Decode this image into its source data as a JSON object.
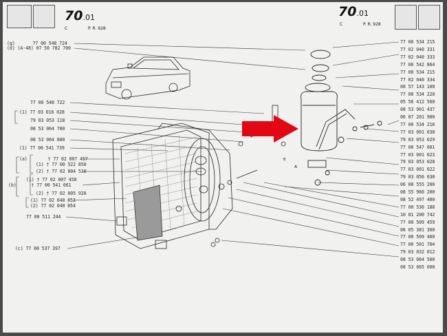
{
  "header_left": {
    "page_number": "70",
    "page_suffix": ".01",
    "c_label": "C",
    "pr_label": "P. R. 928"
  },
  "header_right": {
    "page_number": "70",
    "page_suffix": ".01",
    "c_label": "C",
    "pr_label": "P. R. 928"
  },
  "left_top_refs": [
    {
      "prefix": "(g)",
      "ref": "77 00 548 724"
    },
    {
      "prefix": "(d) (A-48)",
      "ref": "07 50 782 700"
    }
  ],
  "left_refs": [
    {
      "prefix": "",
      "ref": "77 00 548 722"
    },
    {
      "prefix": "(1)",
      "ref": "77 03 016 028"
    },
    {
      "prefix": "",
      "ref": "79 03 053 118"
    },
    {
      "prefix": "",
      "ref": "08 53 064 700"
    },
    {
      "prefix": "",
      "ref": "08 53 064 800"
    },
    {
      "prefix": "(1)",
      "ref": "77 00 541 739"
    },
    {
      "prefix": "(a)",
      "ref": "† 77 02 007 457"
    },
    {
      "prefix": "(1)",
      "ref": "† 77 00 522 858"
    },
    {
      "prefix": "(2)",
      "ref": "† 77 02 004 510"
    },
    {
      "prefix": "(1)",
      "ref": "† 77 02 007 458"
    },
    {
      "prefix": "(b)",
      "ref": "† 77 00 541 061"
    },
    {
      "prefix": "(2)",
      "ref": "† 77 02 005 920"
    },
    {
      "prefix": "(1)",
      "ref": "77 02 040 853"
    },
    {
      "prefix": "(2)",
      "ref": "77 02 040 854"
    },
    {
      "prefix": "",
      "ref": "77 00 511 244"
    },
    {
      "prefix": "(c)",
      "ref": "77 00 537 397"
    }
  ],
  "right_refs": [
    "77 00 534 215",
    "77 02 040 331",
    "77 02 040 333",
    "77 00 542 864",
    "77 00 534 215",
    "77 02 040 334",
    "08 57 143 100",
    "77 00 534 220",
    "05 56 412 560",
    "08 53 901 437",
    "06 07 201 900",
    "77 00 534 216",
    "77 03 001 038",
    "79 03 053 029",
    "77 00 547 001",
    "77 03 001 023",
    "79 03 053 028",
    "77 03 001 022",
    "79 03 056 038",
    "06 08 555 200",
    "08 55 960 200",
    "08 52 497 400",
    "77 00 536 188",
    "10 81 200 742",
    "77 00 509 459",
    "06 05 381 300",
    "77 00 509 460",
    "77 00 501 704",
    "79 03 032 012",
    "08 53 064 500",
    "08 53 065 000"
  ],
  "annotation_letters": [
    "A",
    "B"
  ],
  "colors": {
    "page": "#f1f1ef",
    "ink": "#2b2b2b",
    "arrow": "#e30613"
  },
  "highlight_arrow": {
    "color": "#e30613",
    "points_to": "reservoir"
  }
}
